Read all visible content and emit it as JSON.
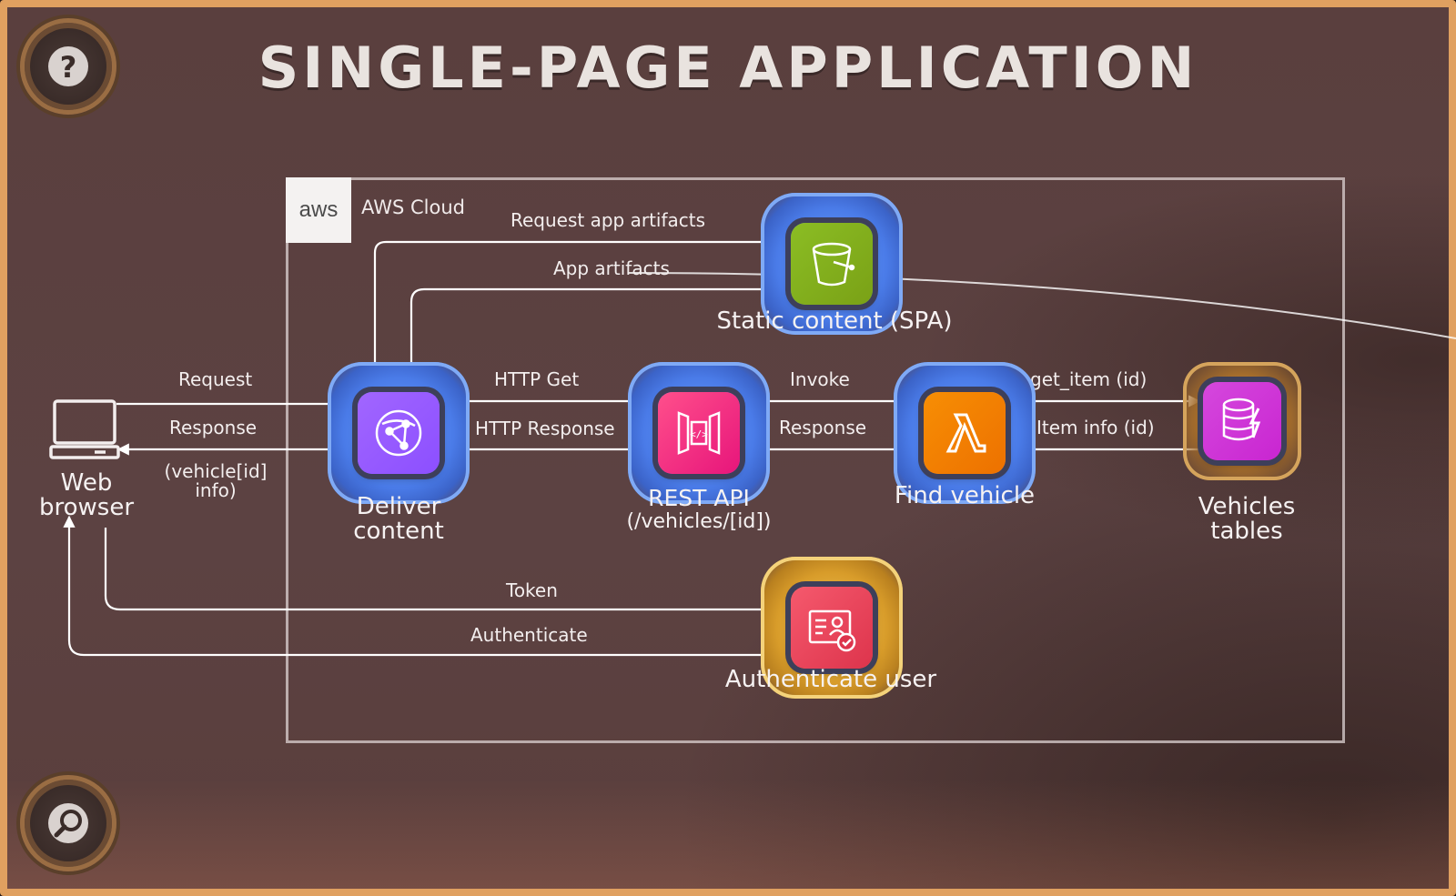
{
  "title": "SINGLE-PAGE APPLICATION",
  "hud": {
    "help_icon": "question-mark-icon",
    "zoom_icon": "magnifier-icon"
  },
  "aws": {
    "logo_text": "aws",
    "label": "AWS Cloud"
  },
  "nodes": {
    "web_browser": "Web browser",
    "deliver_content": "Deliver content",
    "rest_api": "REST API",
    "rest_api_path": "(/vehicles/[id])",
    "find_vehicle": "Find vehicle",
    "vehicles_tables": "Vehicles tables",
    "static_content": "Static content (SPA)",
    "authenticate_user": "Authenticate user"
  },
  "edges": {
    "request": "Request",
    "response": "Response",
    "vehicle_info": "(vehicle[id] info)",
    "request_app_artifacts": "Request app artifacts",
    "app_artifacts": "App artifacts",
    "http_get": "HTTP Get",
    "http_response": "HTTP Response",
    "invoke": "Invoke",
    "response2": "Response",
    "get_item": "get_item (id)",
    "item_info": "Item info (id)",
    "token": "Token",
    "authenticate": "Authenticate"
  },
  "colors": {
    "frame_border": "#e0a060",
    "background": "#5c4242",
    "cloudfront": "#8c4fff",
    "api_gateway": "#e7157b",
    "lambda": "#ed7100",
    "dynamodb": "#c925d1",
    "s3": "#7aa116",
    "cognito": "#dd344c"
  }
}
